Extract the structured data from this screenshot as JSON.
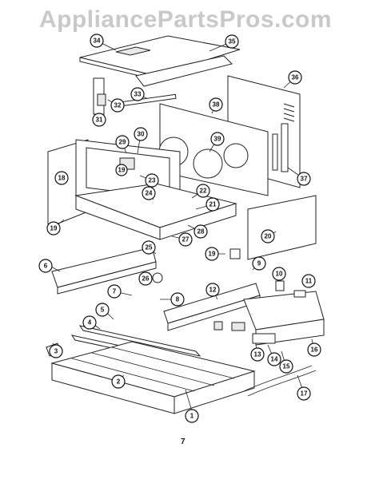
{
  "watermark": "AppliancePartsPros.com",
  "page_number": "7",
  "callouts": [
    "1",
    "2",
    "3",
    "4",
    "5",
    "6",
    "7",
    "8",
    "9",
    "10",
    "11",
    "12",
    "13",
    "14",
    "15",
    "16",
    "17",
    "18",
    "19",
    "19",
    "19",
    "20",
    "21",
    "22",
    "23",
    "24",
    "25",
    "26",
    "27",
    "28",
    "29",
    "30",
    "31",
    "32",
    "33",
    "34",
    "35",
    "36",
    "37",
    "38",
    "39"
  ]
}
